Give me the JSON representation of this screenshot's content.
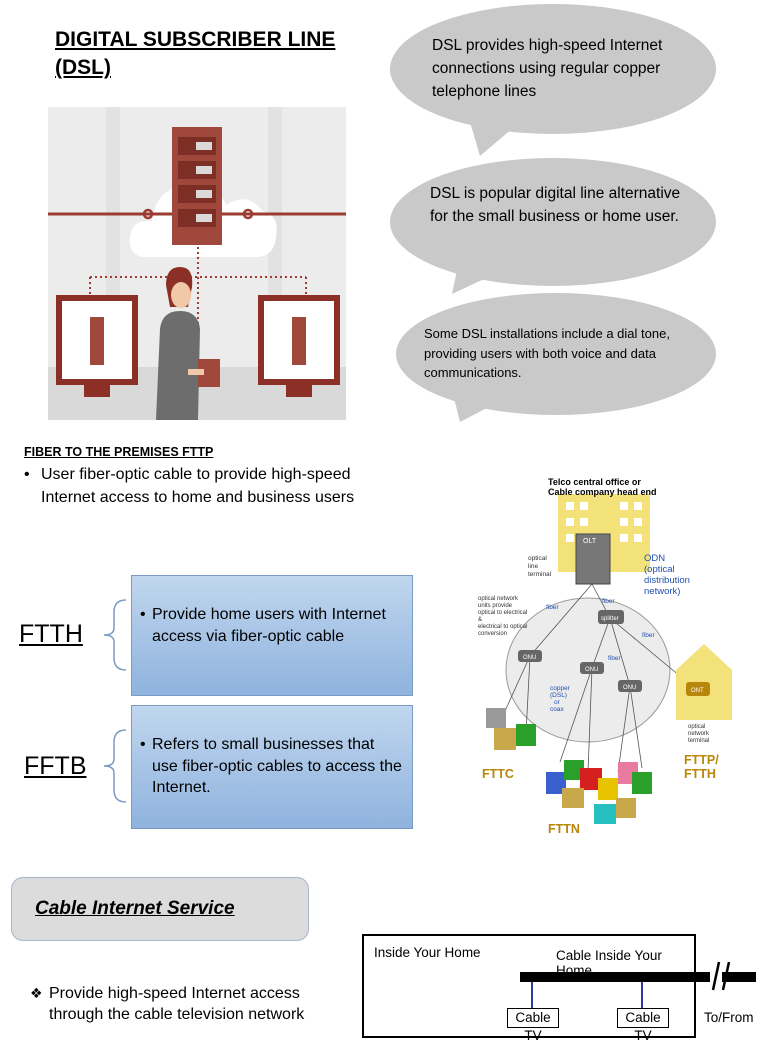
{
  "dsl": {
    "title_line1": "DIGITAL SUBSCRIBER LINE",
    "title_line2": "(DSL)",
    "bubble1": "DSL provides high-speed Internet connections using regular copper telephone lines",
    "bubble2": "DSL is popular digital line alternative for the small business or home user.",
    "bubble3": "Some DSL installations include a dial tone, providing users with both voice and data communications."
  },
  "fttp": {
    "heading": "FIBER TO THE PREMISES FTTP",
    "bullet": "User fiber-optic cable to provide high-speed Internet access to home and business users",
    "ftth_label": "FTTH",
    "ftth_text": "Provide home users with Internet access via fiber-optic cable",
    "fftb_label": "FFTB",
    "fftb_text": "Refers to small businesses that use fiber-optic cables to access the Internet."
  },
  "fiber_diagram": {
    "top_label_1": "Telco central office or",
    "top_label_2": "Cable company head end",
    "olt": "OLT",
    "olt_desc_1": "optical",
    "olt_desc_2": "line",
    "olt_desc_3": "terminal",
    "odn_1": "ODN",
    "odn_2": "(optical",
    "odn_3": "distribution",
    "odn_4": "network)",
    "onu_desc_1": "optical network",
    "onu_desc_2": "units provide",
    "onu_desc_3": "optical to electrical",
    "onu_desc_4": "&",
    "onu_desc_5": "electrical to optical",
    "onu_desc_6": "conversion",
    "fiber": "fiber",
    "splitter": "splitter",
    "onu": "ONU",
    "copper_1": "copper",
    "copper_2": "(DSL)",
    "copper_3": "or",
    "copper_4": "coax",
    "ont": "ONT",
    "ont_desc_1": "optical",
    "ont_desc_2": "network",
    "ont_desc_3": "terminal",
    "fttc": "FTTC",
    "fttn": "FTTN",
    "fttp_1": "FTTP/",
    "fttp_2": "FTTH"
  },
  "cable": {
    "title": "Cable Internet Service",
    "bullet_symbol": "❖",
    "bullet": "Provide high-speed Internet access through the cable television network",
    "inside_home": "Inside Your Home",
    "cable_inside": "Cable Inside Your Home",
    "tv1": "Cable TV",
    "tv2": "Cable TV",
    "to_from": "To/From"
  },
  "colors": {
    "bubble": "#c9c9c9",
    "blue_box_top": "#c0d6ee",
    "blue_box_bottom": "#8fb3de",
    "rack": "#a0483c",
    "building": "#f3e27a",
    "odn_text": "#1f4fb0"
  }
}
